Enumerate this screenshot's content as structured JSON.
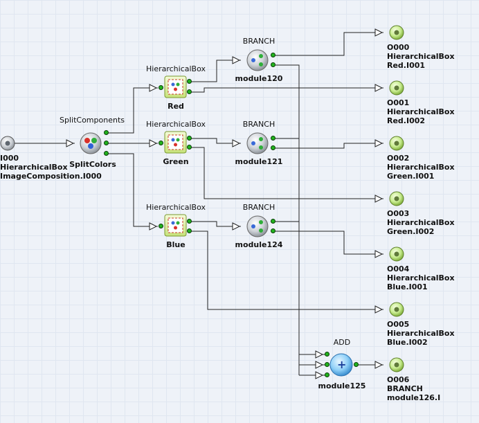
{
  "nodes": {
    "input": {
      "id": "I000",
      "line2": "HierarchicalBox",
      "line3": "ImageComposition.I000"
    },
    "split": {
      "title": "SplitComponents",
      "name": "SplitColors"
    },
    "hb_red": {
      "title": "HierarchicalBox",
      "name": "Red"
    },
    "hb_green": {
      "title": "HierarchicalBox",
      "name": "Green"
    },
    "hb_blue": {
      "title": "HierarchicalBox",
      "name": "Blue"
    },
    "br_120": {
      "title": "BRANCH",
      "name": "module120"
    },
    "br_121": {
      "title": "BRANCH",
      "name": "module121"
    },
    "br_124": {
      "title": "BRANCH",
      "name": "module124"
    },
    "add": {
      "title": "ADD",
      "name": "module125",
      "symbol": "+"
    }
  },
  "outputs": [
    {
      "id": "O000",
      "line2": "HierarchicalBox",
      "line3": "Red.I001"
    },
    {
      "id": "O001",
      "line2": "HierarchicalBox",
      "line3": "Red.I002"
    },
    {
      "id": "O002",
      "line2": "HierarchicalBox",
      "line3": "Green.I001"
    },
    {
      "id": "O003",
      "line2": "HierarchicalBox",
      "line3": "Green.I002"
    },
    {
      "id": "O004",
      "line2": "HierarchicalBox",
      "line3": "Blue.I001"
    },
    {
      "id": "O005",
      "line2": "HierarchicalBox",
      "line3": "Blue.I002"
    },
    {
      "id": "O006",
      "line2": "BRANCH",
      "line3": "module126.I"
    }
  ]
}
